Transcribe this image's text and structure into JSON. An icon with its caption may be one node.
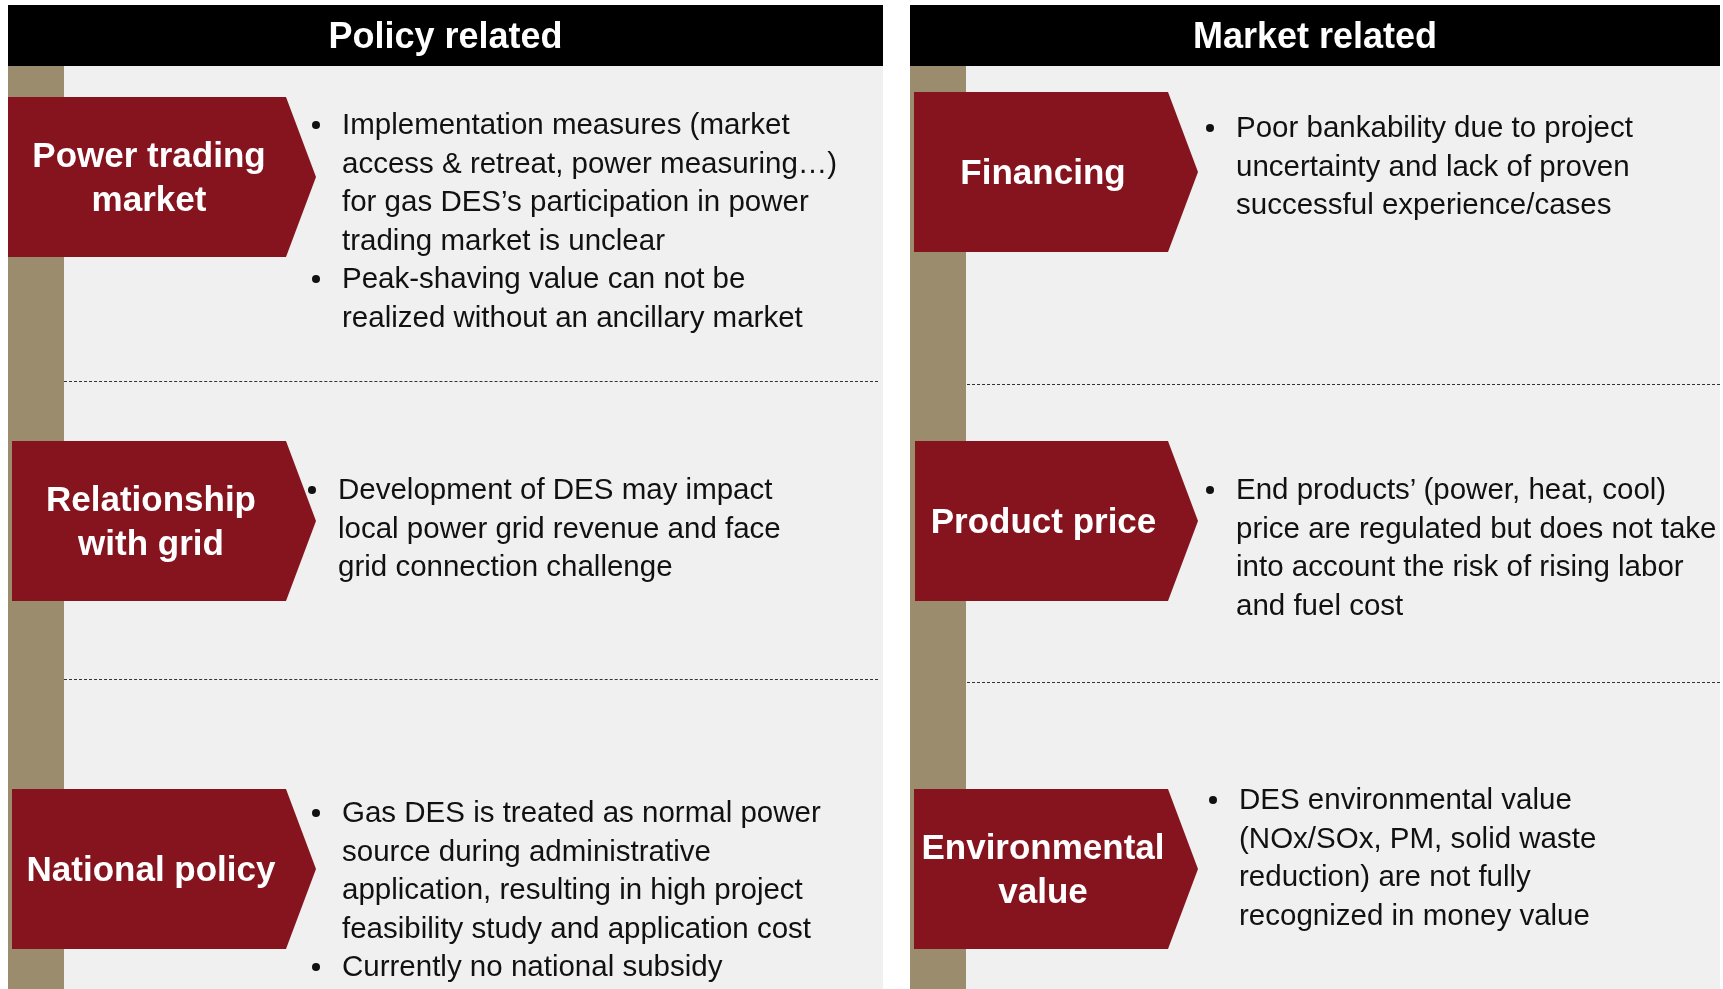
{
  "diagram": {
    "nodes": [
      {
        "text": [
          "Policy related"
        ]
      },
      {
        "text": [],
        "shape": "bar",
        "in": 0
      },
      {
        "text": [
          "Power trading market"
        ],
        "in": 0,
        "beside": [
          "Implementation measures (market access & retreat, power measuring…) for gas DES’s participation in power trading market is unclear",
          "Peak-shaving value can not be realized without an ancillary market"
        ]
      },
      {
        "text": [
          "Relationship with grid"
        ],
        "in": 0,
        "beside": [
          "Development of DES may impact local power grid revenue and face grid connection challenge"
        ]
      },
      {
        "text": [
          "National policy"
        ],
        "in": 0,
        "beside": [
          "Gas DES is treated as normal power source during administrative application, resulting in high project feasibility study and application cost",
          "Currently no national subsidy"
        ]
      },
      {
        "text": [
          "Market related"
        ]
      },
      {
        "text": [],
        "shape": "bar",
        "in": 5
      },
      {
        "text": [
          "Financing"
        ],
        "in": 5,
        "beside": [
          "Poor bankability due to project uncertainty and lack of proven successful experience/cases"
        ]
      },
      {
        "text": [
          "Product price"
        ],
        "in": 5,
        "beside": [
          "End products’ (power, heat, cool) price are regulated but does not take into account the risk of rising labor and fuel cost"
        ]
      },
      {
        "text": [
          "Environmental value"
        ],
        "in": 5,
        "beside": [
          "DES environmental value (NOx/SOx, PM, solid waste reduction) are not fully recognized in money value"
        ]
      }
    ]
  }
}
